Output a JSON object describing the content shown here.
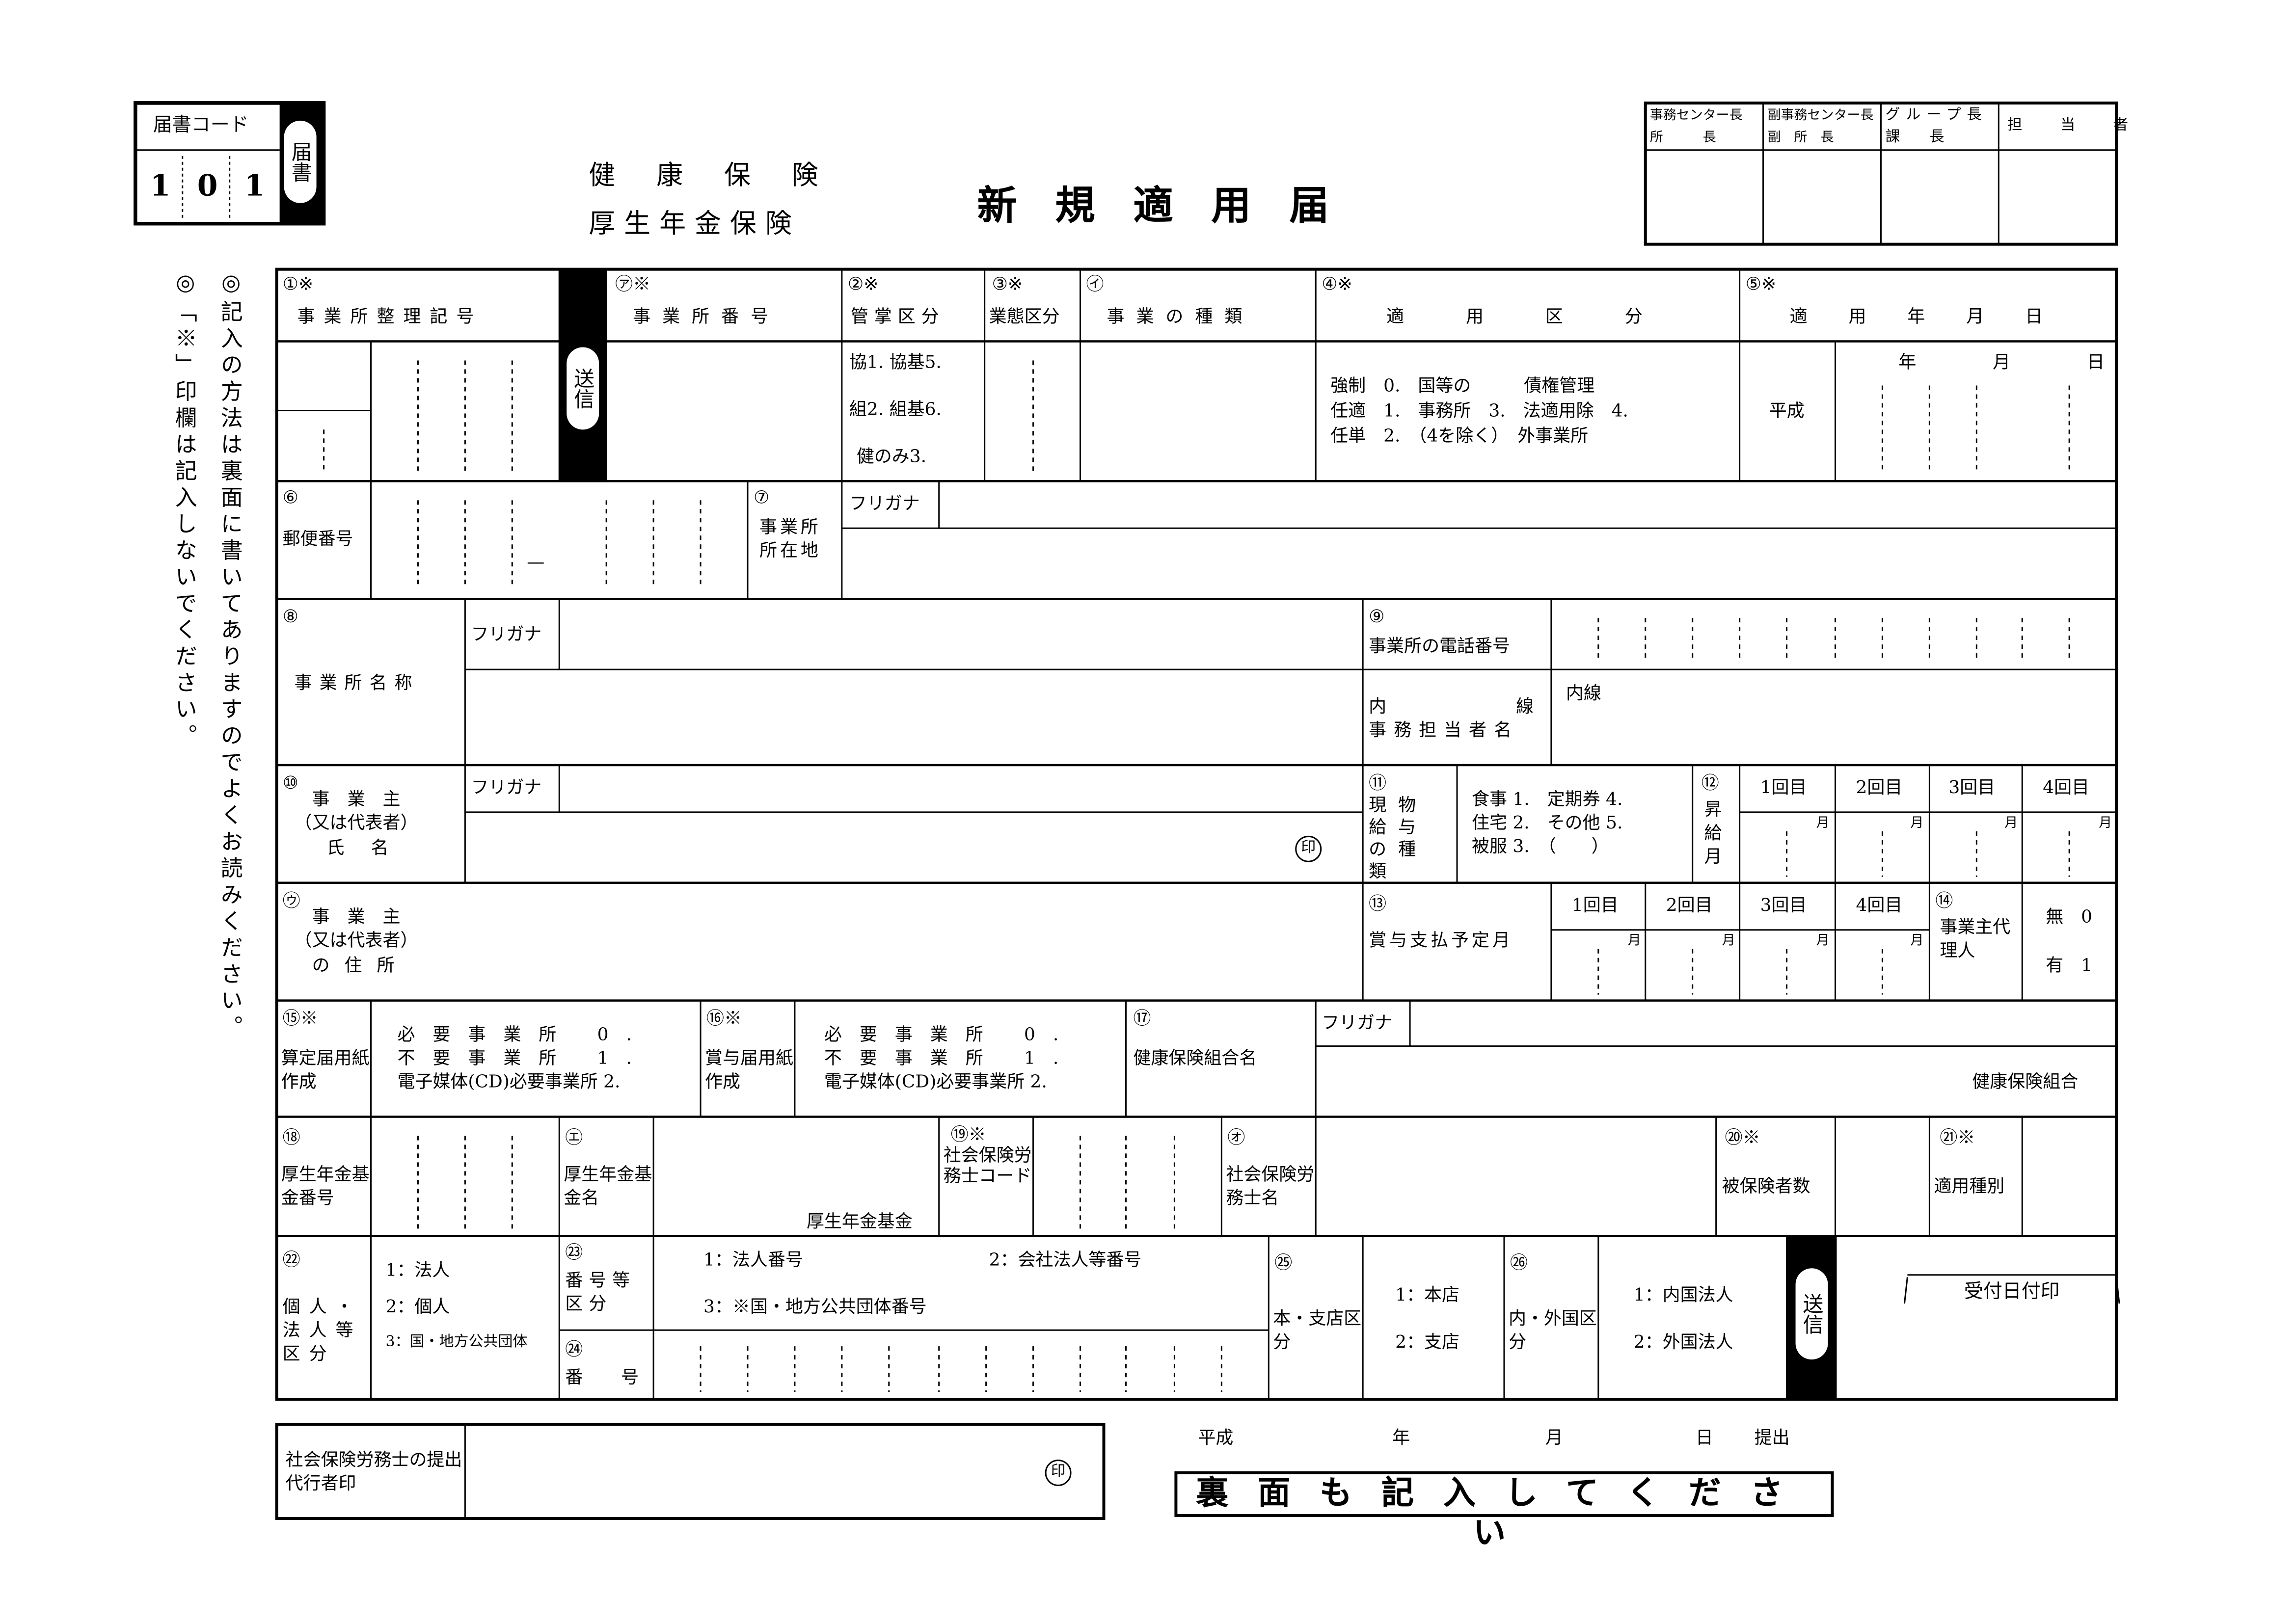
{
  "header": {
    "code_label": "届書コード",
    "code_digits": [
      "1",
      "0",
      "1"
    ],
    "code_side": "届書",
    "hdr1": "健康保険",
    "hdr2": "厚生年金保険",
    "title": "新規適用届"
  },
  "approval": {
    "c1a": "事務センター長",
    "c1b": "所　　　長",
    "c2a": "副事務センター長",
    "c2b": "副　所　長",
    "c3a": "グループ長",
    "c3b": "課　　長",
    "c4": "担　当　者"
  },
  "notes": {
    "n1": "◎記入の方法は裏面に書いてありますのでよくお読みください。",
    "n2": "◎「※」印欄は記入しないでください。"
  },
  "send": "送信",
  "f1": {
    "no": "①※",
    "label": "事業所整理記号"
  },
  "fa": {
    "no": "㋐※",
    "label": "事業所番号"
  },
  "f2": {
    "no": "②※",
    "label": "管掌区分",
    "opts": [
      "協1. 協基5.",
      "組2. 組基6.",
      "健のみ3."
    ]
  },
  "f3": {
    "no": "③※",
    "label": "業態区分"
  },
  "fi": {
    "no": "㋑",
    "label": "事業の種類"
  },
  "f4": {
    "no": "④※",
    "label": "適用区分",
    "l1": "強制　0.　国等の　　　債権管理",
    "l2": "任適　1.　事務所　3.　法適用除　4.",
    "l3": "任単　2.　（4を除く）　外事業所"
  },
  "f5": {
    "no": "⑤※",
    "label": "適用年月日",
    "era": "平成",
    "y": "年",
    "m": "月",
    "d": "日"
  },
  "f6": {
    "no": "⑥",
    "label": "郵便番号",
    "dash": "—"
  },
  "f7": {
    "no": "⑦",
    "label": "事業所所在地",
    "furi": "フリガナ"
  },
  "f8": {
    "no": "⑧",
    "label": "事業所名称",
    "furi": "フリガナ"
  },
  "f9": {
    "no": "⑨",
    "label": "事業所の電話番号",
    "ext_label": "内線",
    "staff": "事務担当者名",
    "ext": "内線"
  },
  "f10": {
    "no": "⑩",
    "l1": "事業主",
    "l2": "（又は代表者）",
    "l3": "氏名",
    "furi": "フリガナ",
    "seal": "印"
  },
  "f11": {
    "no": "⑪",
    "label": "現物給与の種類",
    "l1": "食事 1.　定期券 4.",
    "l2": "住宅 2.　その他 5.",
    "l3": "被服 3.　（　　）"
  },
  "f12": {
    "no": "⑫",
    "label": "昇給月",
    "cols": [
      "1回目",
      "2回目",
      "3回目",
      "4回目"
    ],
    "unit": "月"
  },
  "fu": {
    "no": "㋒",
    "l1": "事業主",
    "l2": "（又は代表者）",
    "l3": "の住所"
  },
  "f13": {
    "no": "⑬",
    "label": "賞与支払予定月",
    "cols": [
      "1回目",
      "2回目",
      "3回目",
      "4回目"
    ],
    "unit": "月"
  },
  "f14": {
    "no": "⑭",
    "label": "事業主代理人",
    "none": "無　0",
    "has": "有　1"
  },
  "f15": {
    "no": "⑮※",
    "label": "算定届用紙作成",
    "o1": "必要事業所 0.",
    "o2": "不要事業所 1.",
    "o3": "電子媒体(CD)必要事業所 2."
  },
  "f16": {
    "no": "⑯※",
    "label": "賞与届用紙作成",
    "o1": "必要事業所 0.",
    "o2": "不要事業所 1.",
    "o3": "電子媒体(CD)必要事業所 2."
  },
  "f17": {
    "no": "⑰",
    "label": "健康保険組合名",
    "furi": "フリガナ",
    "suffix": "健康保険組合"
  },
  "f18": {
    "no": "⑱",
    "label": "厚生年金基金番号"
  },
  "fe": {
    "no": "㋓",
    "label": "厚生年金基金名",
    "suffix": "厚生年金基金"
  },
  "f19": {
    "no": "⑲※",
    "label": "社会保険労務士コード"
  },
  "fo": {
    "no": "㋔",
    "label": "社会保険労務士名"
  },
  "f20": {
    "no": "⑳※",
    "label": "被保険者数"
  },
  "f21": {
    "no": "㉑※",
    "label": "適用種別"
  },
  "f22": {
    "no": "㉒",
    "label": "個人・法人等区分",
    "o1": "1：法人",
    "o2": "2：個人",
    "o3": "3：国・地方公共団体"
  },
  "f23": {
    "no": "㉓",
    "label": "番号等区分",
    "o1": "1：法人番号",
    "o2": "2：会社法人等番号",
    "o3": "3：※国・地方公共団体番号"
  },
  "f24": {
    "no": "㉔",
    "label": "番号"
  },
  "f25": {
    "no": "㉕",
    "label": "本・支店区分",
    "o1": "1：本店",
    "o2": "2：支店"
  },
  "f26": {
    "no": "㉖",
    "label": "内・外国区分",
    "o1": "1：内国法人",
    "o2": "2：外国法人"
  },
  "received": "受付日付印",
  "agent": {
    "label": "社会保険労務士の提出代行者印",
    "seal": "印"
  },
  "submit": {
    "era": "平成",
    "y": "年",
    "m": "月",
    "d": "日",
    "action": "提出"
  },
  "notice": "裏面も記入してください"
}
